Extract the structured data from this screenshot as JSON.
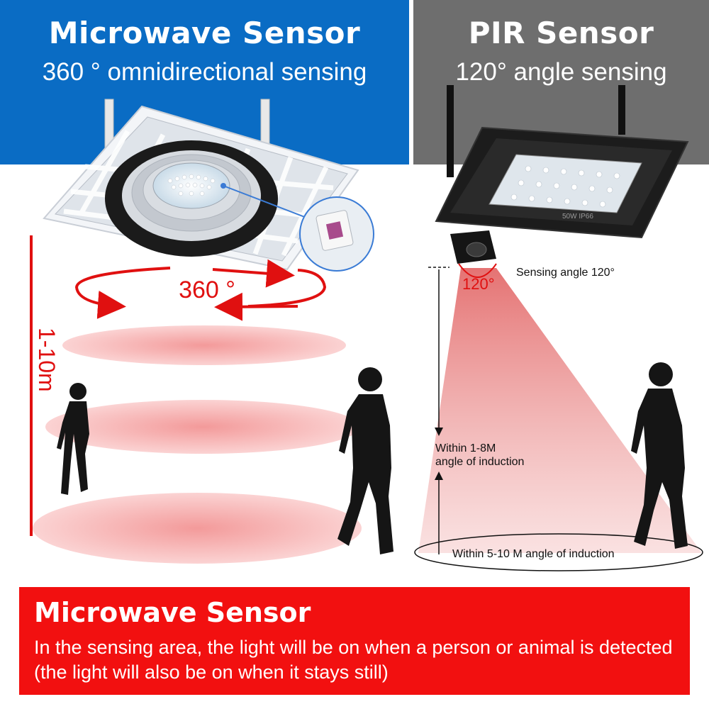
{
  "left_panel": {
    "title": "Microwave Sensor",
    "subtitle": "360 ° omnidirectional sensing",
    "color": "#0a6cc4"
  },
  "right_panel": {
    "title": "PIR Sensor",
    "subtitle": "120° angle sensing",
    "color": "#6e6e6e"
  },
  "left_diagram": {
    "rotation_label": "360 °",
    "height_label": "1-10m"
  },
  "right_diagram": {
    "lamp_marking": "50W IP66",
    "cone_angle": "120°",
    "sensing_angle_label": "Sensing angle 120°",
    "vertical_range_line1": "Within 1-8M",
    "vertical_range_line2": "angle of induction",
    "ground_range_label": "Within 5-10 M angle of induction"
  },
  "footer": {
    "title": "Microwave Sensor",
    "description": "In the sensing area, the light will be on when a person or animal is detected (the light will also be on when it stays still)",
    "color": "#f21010"
  }
}
